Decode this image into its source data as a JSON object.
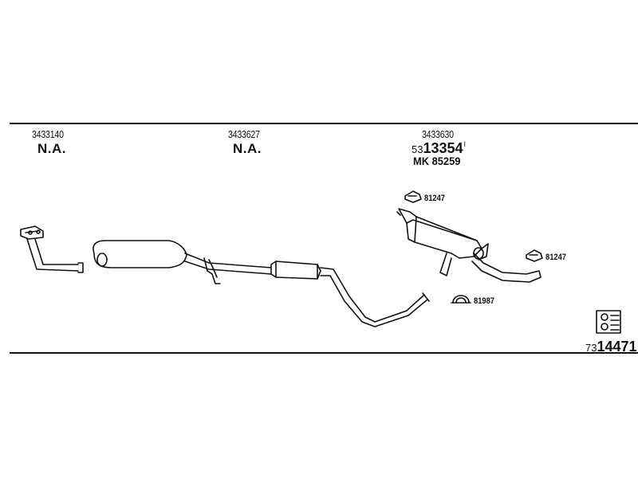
{
  "columns": [
    {
      "part_no": "3433140",
      "status": "N.A."
    },
    {
      "part_no": "3433627",
      "status": "N.A."
    },
    {
      "part_no": "3433630",
      "ref_prefix": "53",
      "ref_main": "13354",
      "ref_sup": "I",
      "mk": "MK  85259"
    }
  ],
  "callouts": {
    "clamp_top": "81247",
    "clamp_right": "81247",
    "hanger": "81987"
  },
  "footer": {
    "prefix": "73",
    "main": "14471"
  }
}
